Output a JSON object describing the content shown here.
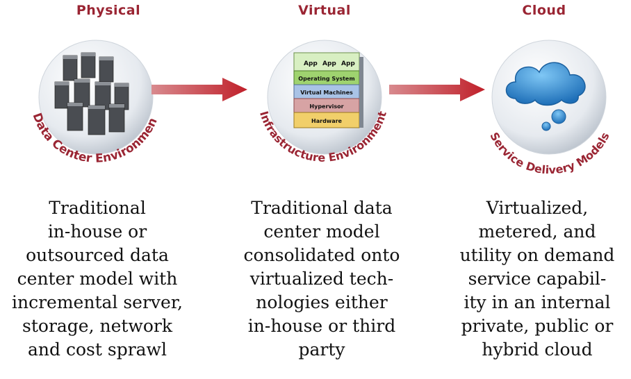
{
  "colors": {
    "label": "#9a2533",
    "arrow": "#c0202a",
    "globe": "#dfe4ea",
    "cloud": "#2f8fd6"
  },
  "stages": [
    {
      "title": "Physical",
      "arc_label": "Data Center Environment",
      "icon": "server-rack-icon",
      "description": [
        "Traditional",
        "in-house or",
        "outsourced data",
        "center model with",
        "incremental server,",
        "storage, network",
        "and cost sprawl"
      ]
    },
    {
      "title": "Virtual",
      "arc_label": "Infrastructure Environment",
      "icon": "virtualization-stack-icon",
      "stack_layers": [
        "App",
        "App",
        "App",
        "Operating System",
        "Virtual Machines",
        "Hypervisor",
        "Hardware"
      ],
      "description": [
        "Traditional data",
        "center model",
        "consolidated onto",
        "virtualized tech-",
        "nologies either",
        "in-house or third",
        "party"
      ]
    },
    {
      "title": "Cloud",
      "arc_label": "Service Delivery Models",
      "icon": "cloud-icon",
      "description": [
        "Virtualized,",
        "metered, and",
        "utility on demand",
        "service capabil-",
        "ity in an internal",
        "private, public or",
        "hybrid cloud"
      ]
    }
  ]
}
